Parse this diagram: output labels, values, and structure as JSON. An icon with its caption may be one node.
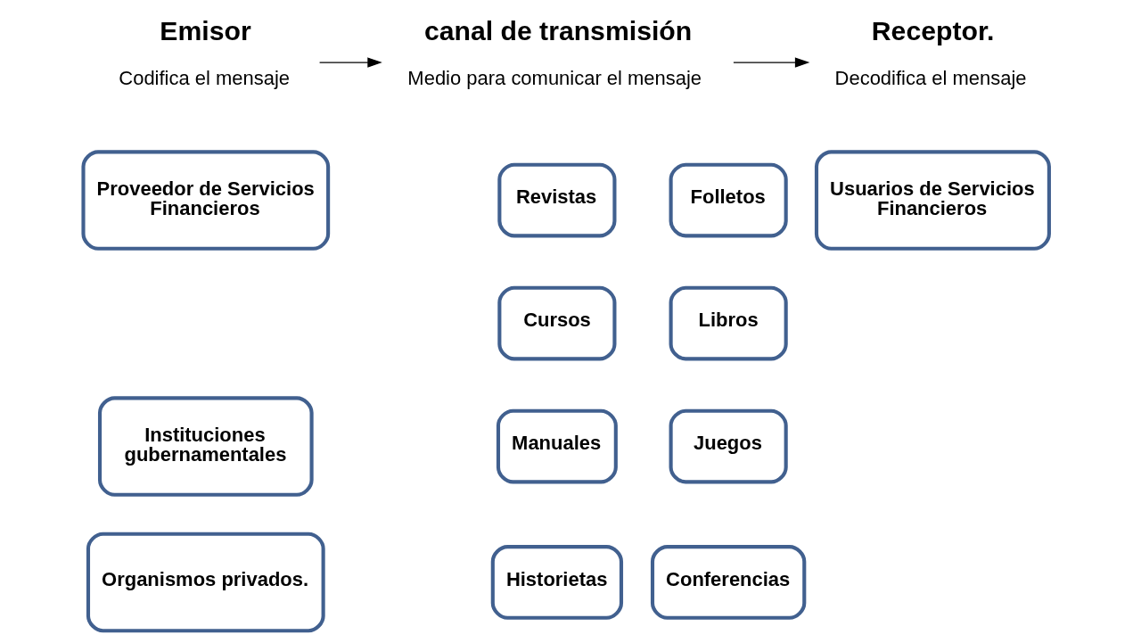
{
  "diagram": {
    "nodes": [
      {
        "text": [
          "Emisor"
        ],
        "beside": [
          "Codifica el mensaje"
        ]
      },
      {
        "text": [
          "canal de transmisión"
        ],
        "beside": [
          "Medio para comunicar el mensaje"
        ]
      },
      {
        "text": [
          "Receptor."
        ],
        "beside": [
          "Decodifica el mensaje"
        ]
      },
      {
        "text": [
          "Proveedor de Servicios Financieros"
        ]
      },
      {
        "text": [
          "Revistas"
        ]
      },
      {
        "text": [
          "Folletos"
        ]
      },
      {
        "text": [
          "Usuarios de Servicios Financieros"
        ]
      },
      {
        "text": [
          "Cursos"
        ]
      },
      {
        "text": [
          "Libros"
        ]
      },
      {
        "text": [
          "Instituciones gubernamentales"
        ]
      },
      {
        "text": [
          "Manuales"
        ]
      },
      {
        "text": [
          "Juegos"
        ]
      },
      {
        "text": [
          "Organismos privados."
        ]
      },
      {
        "text": [
          "Historietas"
        ]
      },
      {
        "text": [
          "Conferencias"
        ]
      }
    ],
    "edges": [
      {
        "from": 0,
        "to": 1,
        "arrow": "to"
      },
      {
        "from": 1,
        "to": 2,
        "arrow": "to"
      }
    ]
  }
}
